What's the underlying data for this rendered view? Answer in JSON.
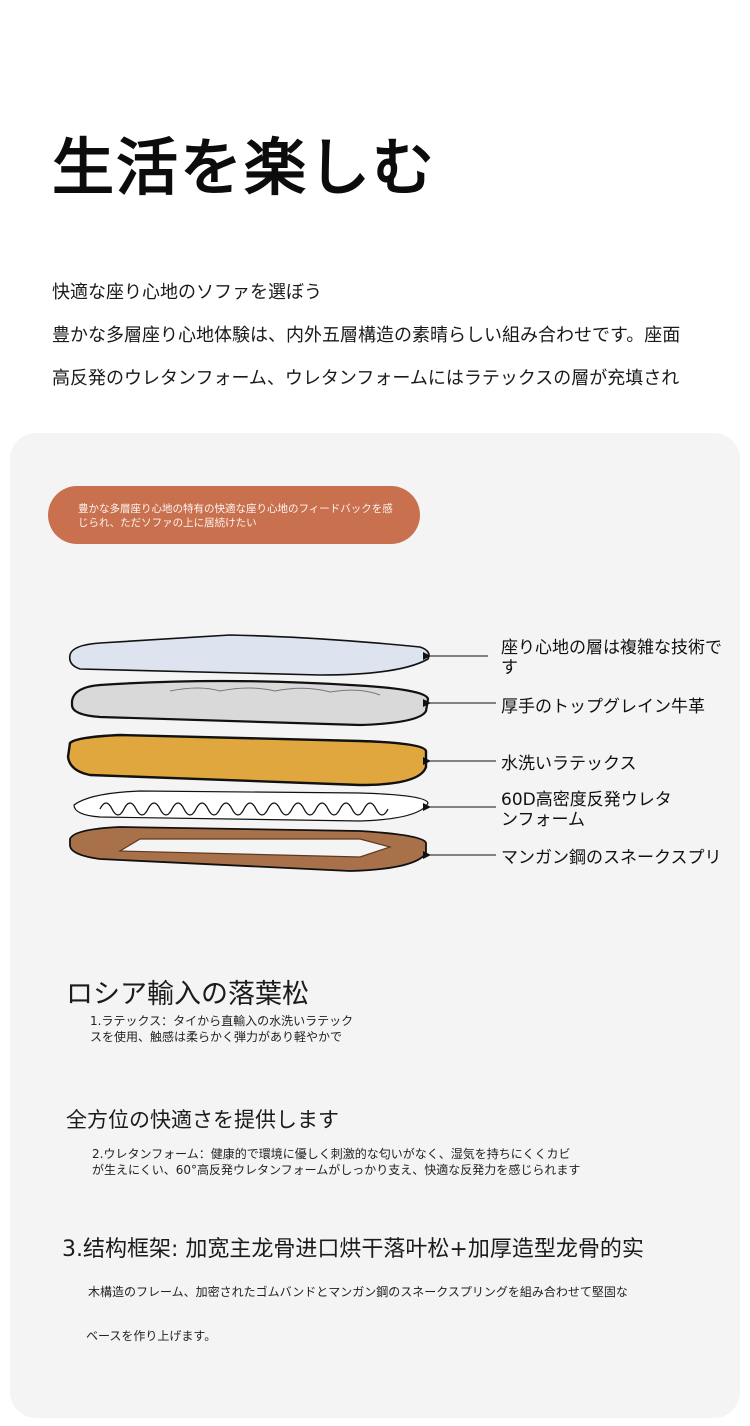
{
  "header": {
    "title": "生活を楽しむ",
    "intro_line1": "快適な座り心地のソファを選ぼう",
    "intro_line2": "豊かな多層座り心地体験は、内外五層構造の素晴らしい組み合わせです。座面",
    "intro_line3": "高反発のウレタンフォーム、ウレタンフォームにはラテックスの層が充填され"
  },
  "banner": {
    "text": "豊かな多層座り心地の特有の快適な座り心地のフィードバックを感じられ、ただソファの上に居続けたい"
  },
  "layers": {
    "labels": [
      "座り心地の層は複雑な技術です",
      "厚手のトップグレイン牛革",
      "水洗いラテックス",
      "60D高密度反発ウレタンフォーム",
      "マンガン鋼のスネークスプリ"
    ],
    "colors": {
      "top": "#dde4ef",
      "leather": "#d9d9d9",
      "latex": "#e0a73f",
      "frame": "#a8714a",
      "outline": "#111111"
    }
  },
  "sections": {
    "s1_heading": "ロシア輸入の落葉松",
    "s1_line1": "1.ラテックス：タイから直輸入の水洗いラテック",
    "s1_line2": "スを使用、触感は柔らかく弾力があり軽やかで",
    "s2_heading": "全方位の快適さを提供します",
    "s2_line1": "2.ウレタンフォーム：健康的で環境に優しく刺激的な匂いがなく、湿気を持ちにくくカビ",
    "s2_line2": "が生えにくい、60°高反発ウレタンフォームがしっかり支え、快適な反発力を感じられます",
    "s3_heading": "3.结构框架: 加宽主龙骨进口烘干落叶松+加厚造型龙骨的实",
    "s3_line1": "木構造のフレーム、加密されたゴムバンドとマンガン鋼のスネークスプリングを組み合わせて堅固な",
    "s3_line2": "ベースを作り上げます。"
  }
}
